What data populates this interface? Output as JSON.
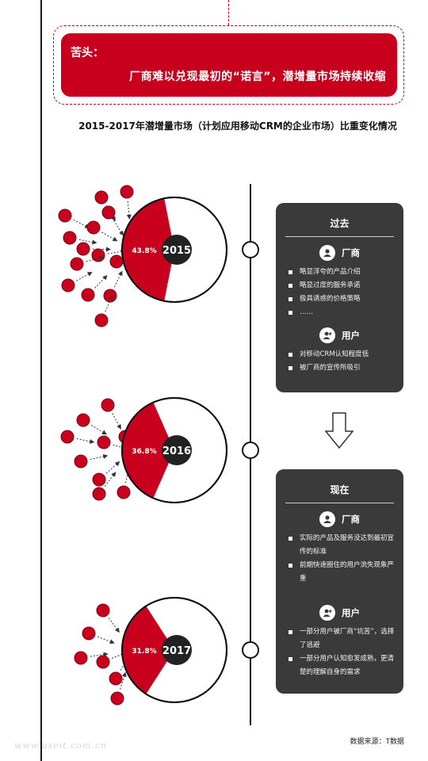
{
  "banner": {
    "label": "苦头：",
    "text": "厂商难以兑现最初的“诺言”，潜增量市场持续收缩"
  },
  "subtitle": "2015-2017年潜增量市场（计划应用移动CRM的企业市场）比重变化情况",
  "chart_data": {
    "type": "pie",
    "series": [
      {
        "year": "2015",
        "value": 43.8,
        "label": "43.8%"
      },
      {
        "year": "2016",
        "value": 36.8,
        "label": "36.8%"
      },
      {
        "year": "2017",
        "value": 31.8,
        "label": "31.8%"
      }
    ],
    "colors": {
      "share": "#c8001e",
      "rest": "#ffffff",
      "center": "#222222"
    }
  },
  "past_panel": {
    "title": "过去",
    "vendor_heading": "厂商",
    "vendor_items": [
      "略显浮夸的产品介绍",
      "略显过度的服务承诺",
      "极具诱惑的价格策略",
      "……"
    ],
    "user_heading": "用户",
    "user_items": [
      "对移动CRM认知程度低",
      "被厂商的宣传所吸引"
    ]
  },
  "present_panel": {
    "title": "现在",
    "vendor_heading": "厂商",
    "vendor_items": [
      "实际的产品及服务没达到最初宣传的标准",
      "前期快速圈住的用户流失现象严重"
    ],
    "user_heading": "用户",
    "user_items": [
      "一部分用户被厂商“坑苦”，选择了逃避",
      "一部分用户认知愈发成熟，更清楚的理解自身的需求"
    ]
  },
  "icons": {
    "vendor": "vendor-badge-icon",
    "user": "user-plus-icon",
    "arrow": "down-arrow-icon"
  },
  "source": "数据来源：T数据",
  "watermark": "www.useit.com.cn"
}
